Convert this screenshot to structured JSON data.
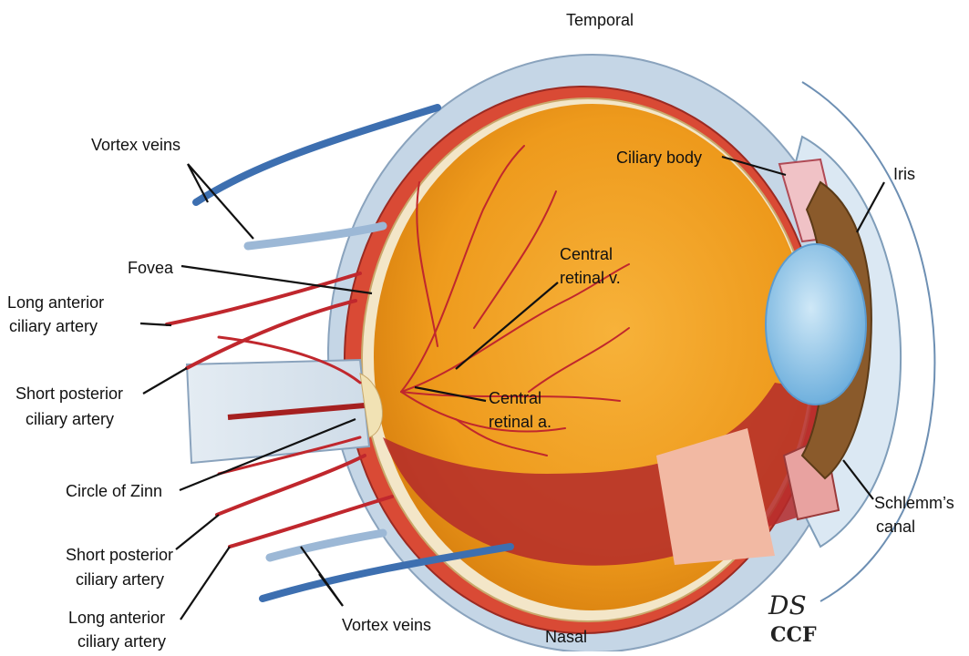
{
  "orientation": {
    "top": "Temporal",
    "bottom": "Nasal"
  },
  "labels": {
    "vortex_veins_top": "Vortex veins",
    "fovea": "Fovea",
    "long_anterior_top_1": "Long anterior",
    "long_anterior_top_2": "ciliary artery",
    "short_posterior_top_1": "Short posterior",
    "short_posterior_top_2": "ciliary artery",
    "circle_of_zinn": "Circle of Zinn",
    "short_posterior_bottom_1": "Short posterior",
    "short_posterior_bottom_2": "ciliary artery",
    "long_anterior_bottom_1": "Long anterior",
    "long_anterior_bottom_2": "ciliary artery",
    "vortex_veins_bottom": "Vortex veins",
    "ciliary_body": "Ciliary body",
    "iris": "Iris",
    "central_retinal_v_1": "Central",
    "central_retinal_v_2": "retinal v.",
    "central_retinal_a_1": "Central",
    "central_retinal_a_2": "retinal a.",
    "schlemms_1": "Schlemm’s",
    "schlemms_2": "canal"
  },
  "signature": {
    "initials": "DS",
    "org": "CCF"
  },
  "colors": {
    "sclera": "#c9d8e6",
    "retina_interior": "#f2a623",
    "artery": "#c0272d",
    "vein": "#3d6fb0",
    "lens": "#8fc3e6",
    "iris": "#8a5a2b"
  }
}
